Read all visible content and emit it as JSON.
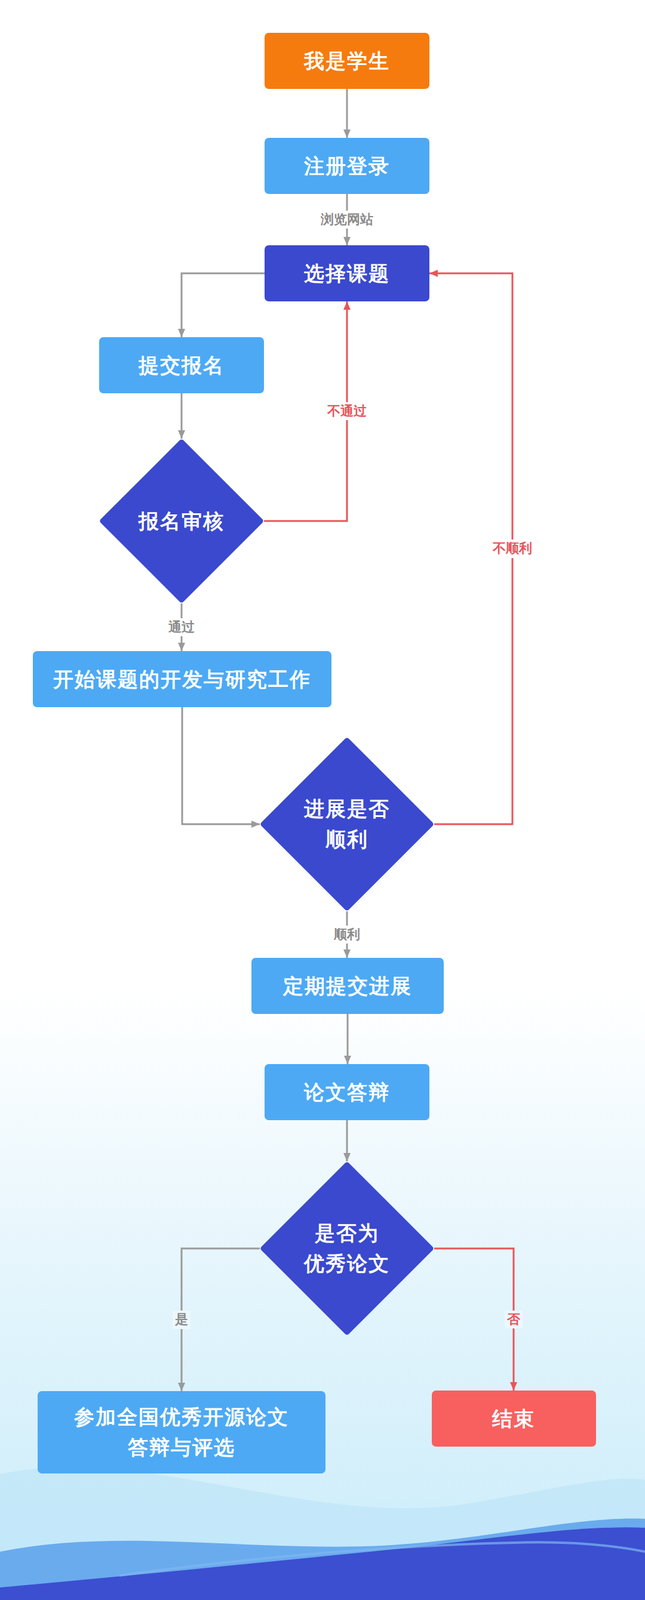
{
  "diagram": {
    "nodes": [
      {
        "text": [
          "我是学生"
        ]
      },
      {
        "text": [
          "注册登录"
        ]
      },
      {
        "text": [
          "选择课题"
        ]
      },
      {
        "text": [
          "提交报名"
        ]
      },
      {
        "text": [
          "报名审核"
        ]
      },
      {
        "text": [
          "开始课题的开发与研究工作"
        ]
      },
      {
        "text": [
          "进展是否 顺利"
        ]
      },
      {
        "text": [
          "定期提交进展"
        ]
      },
      {
        "text": [
          "论文答辩"
        ]
      },
      {
        "text": [
          "是否为 优秀论文"
        ]
      },
      {
        "text": [
          "参加全国优秀开源论文 答辩与评选"
        ]
      },
      {
        "text": [
          "结束"
        ]
      }
    ],
    "edges": [
      {
        "from": 0,
        "to": 1,
        "arrow": "to"
      },
      {
        "from": 1,
        "to": 2,
        "label": "浏览网站",
        "arrow": "to"
      },
      {
        "from": 2,
        "to": 3,
        "arrow": "to"
      },
      {
        "from": 3,
        "to": 4,
        "arrow": "to"
      },
      {
        "from": 4,
        "to": 2,
        "label": "不通过",
        "arrow": "to"
      },
      {
        "from": 4,
        "to": 5,
        "label": "通过",
        "arrow": "to"
      },
      {
        "from": 5,
        "to": 6,
        "arrow": "to"
      },
      {
        "from": 6,
        "to": 2,
        "label": "不顺利",
        "arrow": "to"
      },
      {
        "from": 6,
        "to": 7,
        "label": "顺利",
        "arrow": "to"
      },
      {
        "from": 7,
        "to": 8,
        "arrow": "to"
      },
      {
        "from": 8,
        "to": 9,
        "arrow": "to"
      },
      {
        "from": 9,
        "to": 10,
        "label": "是",
        "arrow": "to"
      },
      {
        "from": 9,
        "to": 11,
        "label": "否",
        "arrow": "to"
      }
    ]
  }
}
